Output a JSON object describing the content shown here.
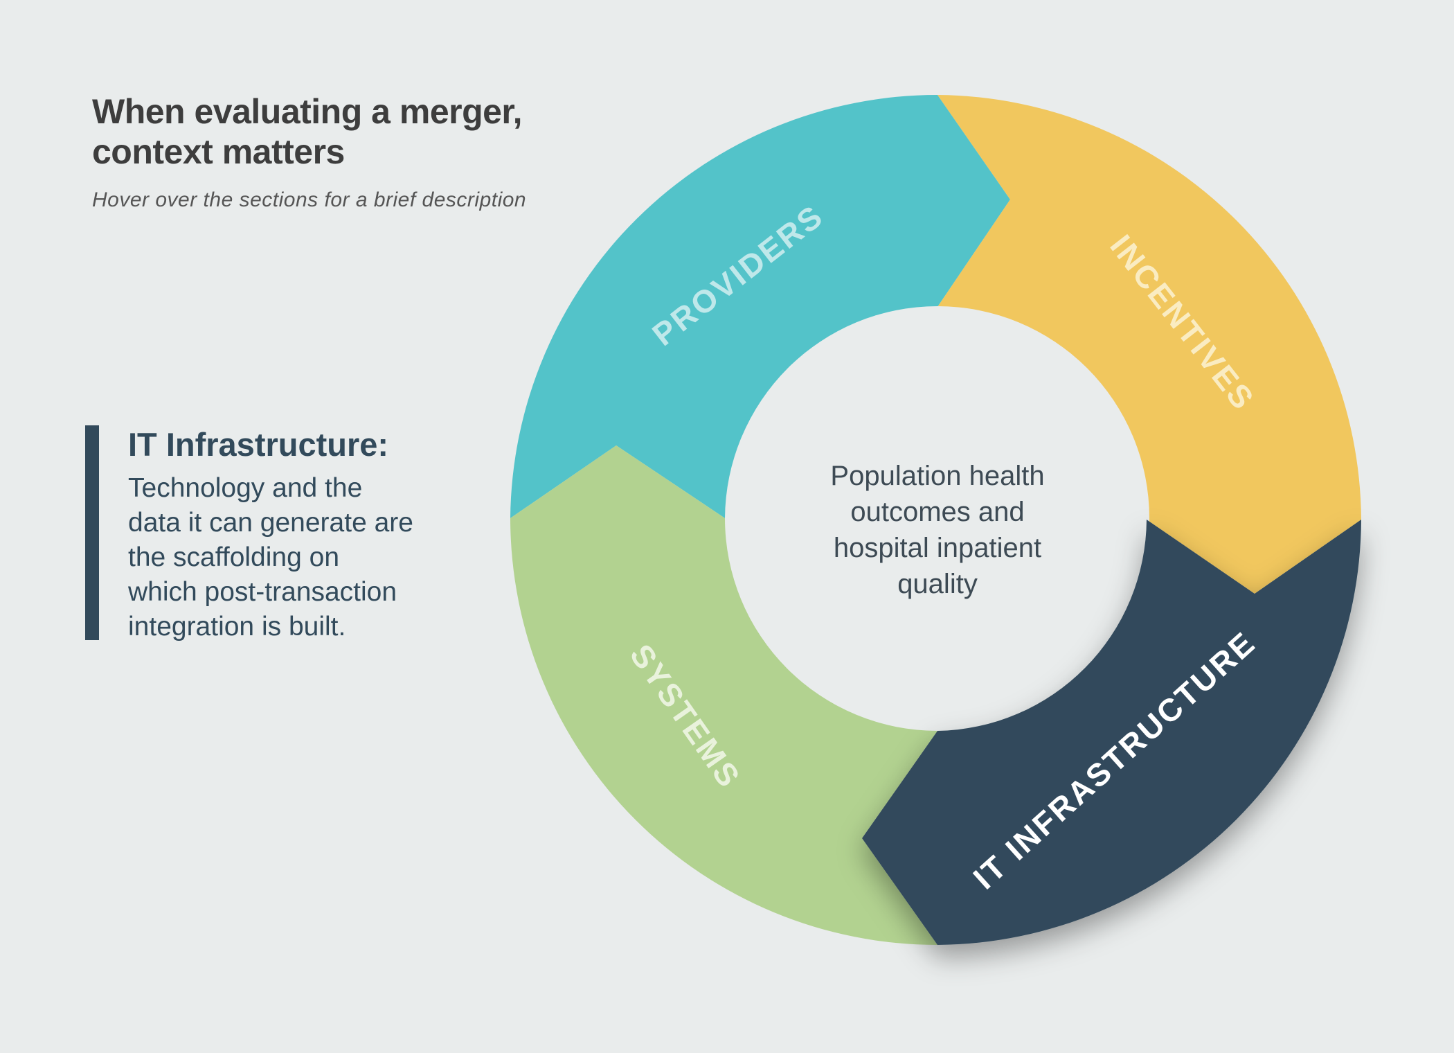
{
  "header": {
    "title_lines": [
      "When evaluating a merger,",
      "context matters"
    ],
    "subtitle": "Hover over the sections for a brief description"
  },
  "detail_panel": {
    "heading": "IT Infrastructure:",
    "body_lines": [
      "Technology and the",
      "data it can generate are",
      "the scaffolding on",
      "which post-transaction",
      "integration is built."
    ]
  },
  "cycle": {
    "segments": [
      {
        "id": "providers",
        "label": "PROVIDERS",
        "color": "#53c3c9",
        "text_color": "#bfe8ea",
        "selected": false
      },
      {
        "id": "incentives",
        "label": "INCENTIVES",
        "color": "#f1c75e",
        "text_color": "#faecc2",
        "selected": false
      },
      {
        "id": "it-infrastructure",
        "label": "IT INFRASTRUCTURE",
        "color": "#324a5b",
        "text_color": "#ffffff",
        "selected": true
      },
      {
        "id": "systems",
        "label": "SYSTEMS",
        "color": "#b2d290",
        "text_color": "#e9f2dc",
        "selected": false
      }
    ],
    "center_lines": [
      "Population health",
      "outcomes and",
      "hospital inpatient",
      "quality"
    ]
  },
  "colors": {
    "background": "#e9ecec",
    "title": "#3d3d3d",
    "subtitle": "#555555",
    "detail_accent": "#324a5b",
    "detail_text": "#324a5b",
    "center_text": "#3d4a54",
    "center_fill": "#e9ecec"
  }
}
